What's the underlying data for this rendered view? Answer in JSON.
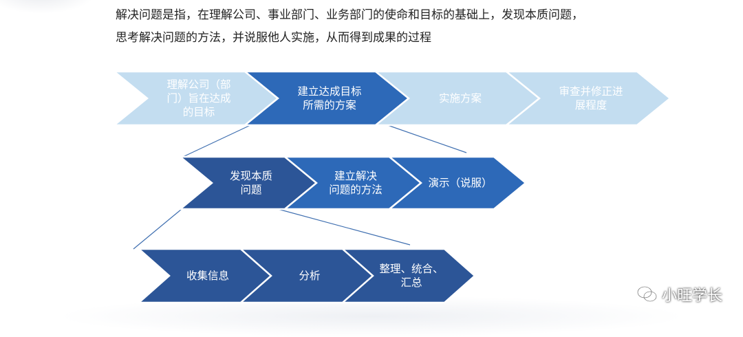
{
  "intro": {
    "line1": "解决问题是指，在理解公司、事业部门、业务部门的使命和目标的基础上，发现本质问题，",
    "line2": "思考解决问题的方法，并说服他人实施，从而得到成果的过程"
  },
  "rows": [
    {
      "id": "top",
      "steps": [
        {
          "lines": [
            "理解公司（部",
            "门）旨在达成",
            "的目标"
          ],
          "style": "light"
        },
        {
          "lines": [
            "建立达成目标",
            "所需的方案"
          ],
          "style": "medium"
        },
        {
          "lines": [
            "实施方案"
          ],
          "style": "light"
        },
        {
          "lines": [
            "审查并修正进",
            "展程度"
          ],
          "style": "light"
        }
      ]
    },
    {
      "id": "middle",
      "steps": [
        {
          "lines": [
            "发现本质",
            "问题"
          ],
          "style": "dark"
        },
        {
          "lines": [
            "建立解决",
            "问题的方法"
          ],
          "style": "medium"
        },
        {
          "lines": [
            "演示（说服）"
          ],
          "style": "medium"
        }
      ]
    },
    {
      "id": "bottom",
      "steps": [
        {
          "lines": [
            "收集信息"
          ],
          "style": "dark"
        },
        {
          "lines": [
            "分析"
          ],
          "style": "dark"
        },
        {
          "lines": [
            "整理、统合、",
            "汇总"
          ],
          "style": "dark"
        }
      ]
    }
  ],
  "colors": {
    "light": "#c3ddf0",
    "medium": "#2d69b8",
    "dark": "#2c5597",
    "light_text": "#ffffff",
    "white_text": "#ffffff",
    "connector": "#3f6fb0"
  },
  "watermark": {
    "text": "小旺学长",
    "icon": "wechat-icon"
  }
}
